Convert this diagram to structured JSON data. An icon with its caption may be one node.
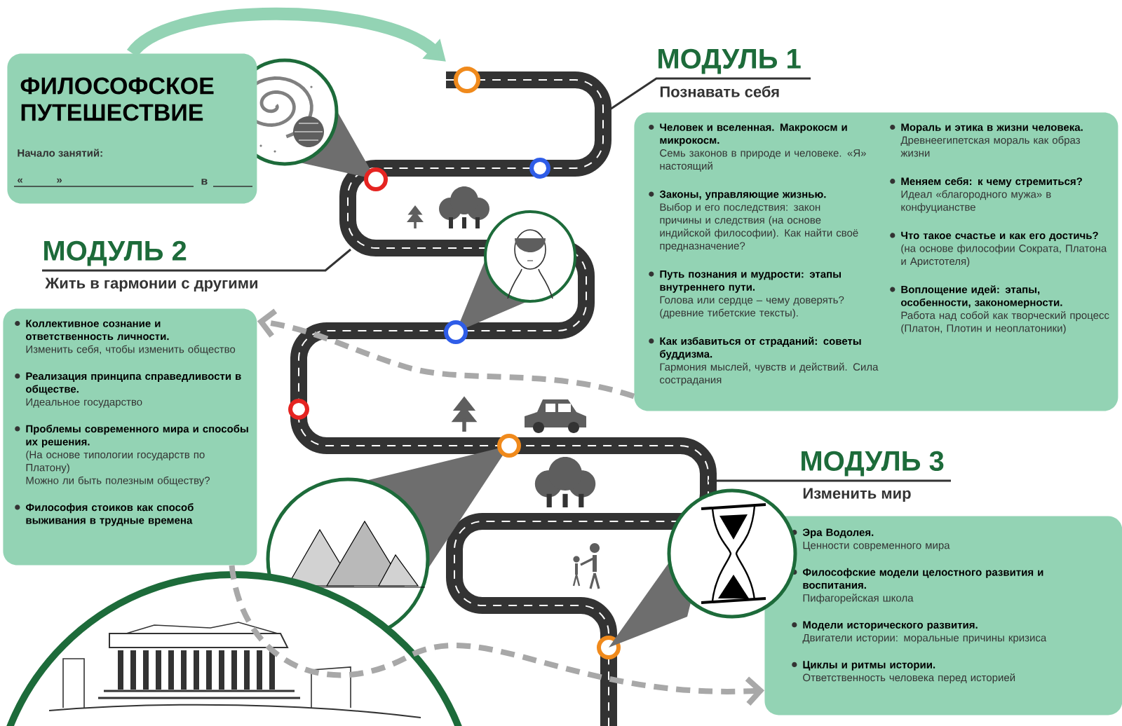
{
  "diagram": {
    "nodes": [
      {
        "text": [
          "ФИЛОСОФСКОЕ ПУТЕШЕСТВИЕ",
          "Начало занятий:",
          "«",
          "»",
          "в"
        ]
      },
      {
        "text": [
          "МОДУЛЬ 1",
          "Познавать себя",
          "Человек и вселенная. Макрокосм и микрокосм.",
          "Семь законов в природе и человеке. «Я» настоящий",
          "Законы, управляющие жизнью.",
          "Выбор и его последствия: закон причины и следствия (на основе индийской философии). Как найти своё предназначение?",
          "Путь познания и мудрости: этапы внутреннего пути.",
          "Голова или сердце – чему доверять? (древние тибетские тексты).",
          "Как избавиться от страданий: советы буддизма.",
          "Гармония мыслей, чувств и действий. Сила сострадания",
          "Мораль и этика в жизни человека.",
          "Древнеегипетская мораль как образ жизни",
          "Меняем себя: к чему стремиться?",
          "Идеал «благородного мужа» в конфуцианстве",
          "Что такое счастье и как его достичь?",
          "(на основе философии Сократа, Платона и Аристотеля)",
          "Воплощение идей: этапы, особенности, закономерности.",
          "Работа над собой как творческий процесс (Платон, Плотин и неоплатоники)"
        ]
      },
      {
        "text": [
          "МОДУЛЬ 2",
          "Жить в гармонии с другими",
          "Коллективное сознание и ответственность личности.",
          "Изменить себя, чтобы изменить общество",
          "Реализация принципа справедливости в обществе.",
          "Идеальное государство",
          "Проблемы современного мира и способы их решения.",
          "(На основе типологии государств по Платону)",
          "Можно ли быть полезным обществу?",
          "Философия стоиков как способ выживания в трудные времена"
        ]
      },
      {
        "text": [
          "МОДУЛЬ 3",
          "Изменить мир",
          "Эра Водолея.",
          "Ценности современного мира",
          "Философские модели целостного развития и воспитания.",
          "Пифагорейская школа",
          "Модели исторического развития.",
          "Двигатели истории: моральные причины кризиса",
          "Циклы и ритмы истории.",
          "Ответственность человека перед историей"
        ]
      }
    ],
    "edges": [
      {
        "from": 0,
        "to": null,
        "arrow": "to",
        "style": "thick",
        "color": "#93d3b4"
      },
      {
        "from": 1,
        "to": 2,
        "arrow": "to",
        "style": "dashed"
      },
      {
        "from": 2,
        "to": 3,
        "arrow": "to",
        "style": "dashed"
      }
    ]
  }
}
